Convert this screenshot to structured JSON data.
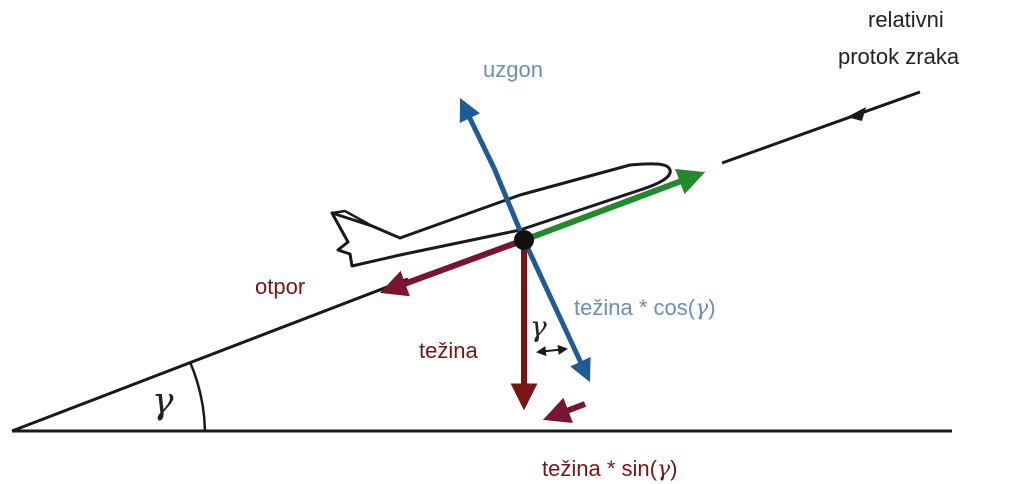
{
  "diagram": {
    "labels": {
      "lift": "uzgon",
      "airflow_line1": "relativni",
      "airflow_line2": "protok zraka",
      "drag": "otpor",
      "weight": "težina",
      "weight_cos_prefix": "težina * cos(",
      "weight_sin_prefix": "težina * sin(",
      "close_paren": ")",
      "gamma": "γ"
    },
    "colors": {
      "lift": "#1f5b94",
      "thrust": "#218a2b",
      "drag": "#7a1530",
      "weight": "#7a1515",
      "line": "#1a1a1a",
      "label_blue": "#6e8fb5",
      "label_red": "#7a1515"
    }
  }
}
